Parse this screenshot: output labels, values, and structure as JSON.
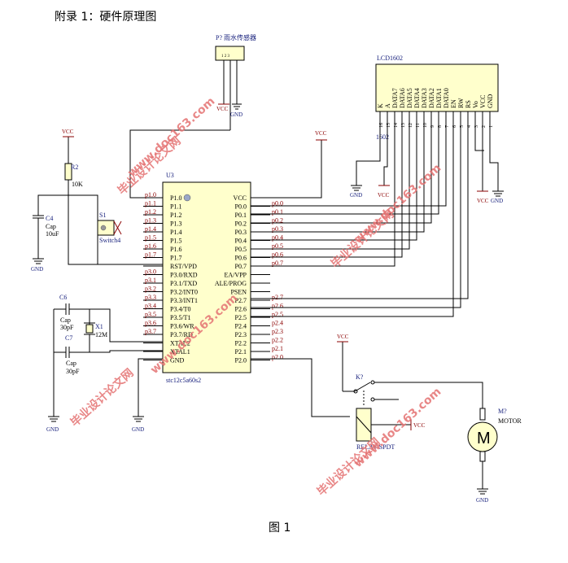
{
  "title": "附录 1：硬件原理图",
  "caption": "图 1",
  "watermarks": {
    "cn": "毕业设计论文网",
    "url": "www.doc163.com"
  },
  "power": {
    "vcc": "VCC",
    "gnd": "GND"
  },
  "sensor": {
    "label": "P? 雨水传感器",
    "pins": "1 2 3"
  },
  "lcd": {
    "name": "LCD1602",
    "part": "1602",
    "pins": [
      "K",
      "A",
      "DATA7",
      "DATA6",
      "DATA5",
      "DATA4",
      "DATA3",
      "DATA2",
      "DATA1",
      "DATA0",
      "EN",
      "RW",
      "RS",
      "Vo",
      "VCC",
      "GND"
    ],
    "pin_numbers": [
      "16",
      "15",
      "14",
      "13",
      "12",
      "11",
      "10",
      "9",
      "8",
      "7",
      "6",
      "5",
      "4",
      "3",
      "2",
      "1"
    ]
  },
  "mcu": {
    "ref": "U3",
    "part": "stc12c5a60s2",
    "left_pins": [
      "P1.0",
      "P1.1",
      "P1.2",
      "P1.3",
      "P1.4",
      "P1.5",
      "P1.6",
      "P1.7",
      "RST/VPD",
      "P3.0/RXD",
      "P3.1/TXD",
      "P3.2/INT0",
      "P3.3/INT1",
      "P3.4/T0",
      "P3.5/T1",
      "P3.6/WR",
      "P3.7/RD",
      "XTAL2",
      "XTAL1",
      "GND"
    ],
    "left_nets": [
      "p1.0",
      "p1.1",
      "p1.2",
      "p1.3",
      "p1.4",
      "p1.5",
      "p1.6",
      "p1.7",
      "",
      "p3.0",
      "p3.1",
      "p3.2",
      "p3.3",
      "p3.4",
      "p3.5",
      "p3.6",
      "p3.7",
      "",
      "",
      ""
    ],
    "right_pins": [
      "VCC",
      "P0.0",
      "P0.1",
      "P0.2",
      "P0.3",
      "P0.4",
      "P0.5",
      "P0.6",
      "P0.7",
      "EA/VPP",
      "ALE/PROG",
      "PSEN",
      "P2.7",
      "P2.6",
      "P2.5",
      "P2.4",
      "P2.3",
      "P2.2",
      "P2.1",
      "P2.0"
    ],
    "right_nets": [
      "",
      "p0.0",
      "p0.1",
      "p0.2",
      "p0.3",
      "p0.4",
      "p0.5",
      "p0.6",
      "p0.7",
      "",
      "",
      "",
      "p2.7",
      "p2.6",
      "p2.5",
      "p2.4",
      "p2.3",
      "p2.2",
      "p2.1",
      "p2.0"
    ]
  },
  "components": {
    "r2_ref": "R2",
    "r2_val": "10K",
    "c4_ref": "C4",
    "c4_type": "Cap",
    "c4_val": "10uF",
    "s1_ref": "S1",
    "s1_type": "Switch4",
    "c6_ref": "C6",
    "c6_type": "Cap",
    "c6_val": "30pF",
    "c7_ref": "C7",
    "c7_type": "Cap",
    "c7_val": "30pF",
    "x1_ref": "X1",
    "x1_val": "12M",
    "k_ref": "K?",
    "relay": "RELAY-SPDT",
    "motor_ref": "M?",
    "motor_type": "MOTOR",
    "motor_symbol": "M"
  }
}
